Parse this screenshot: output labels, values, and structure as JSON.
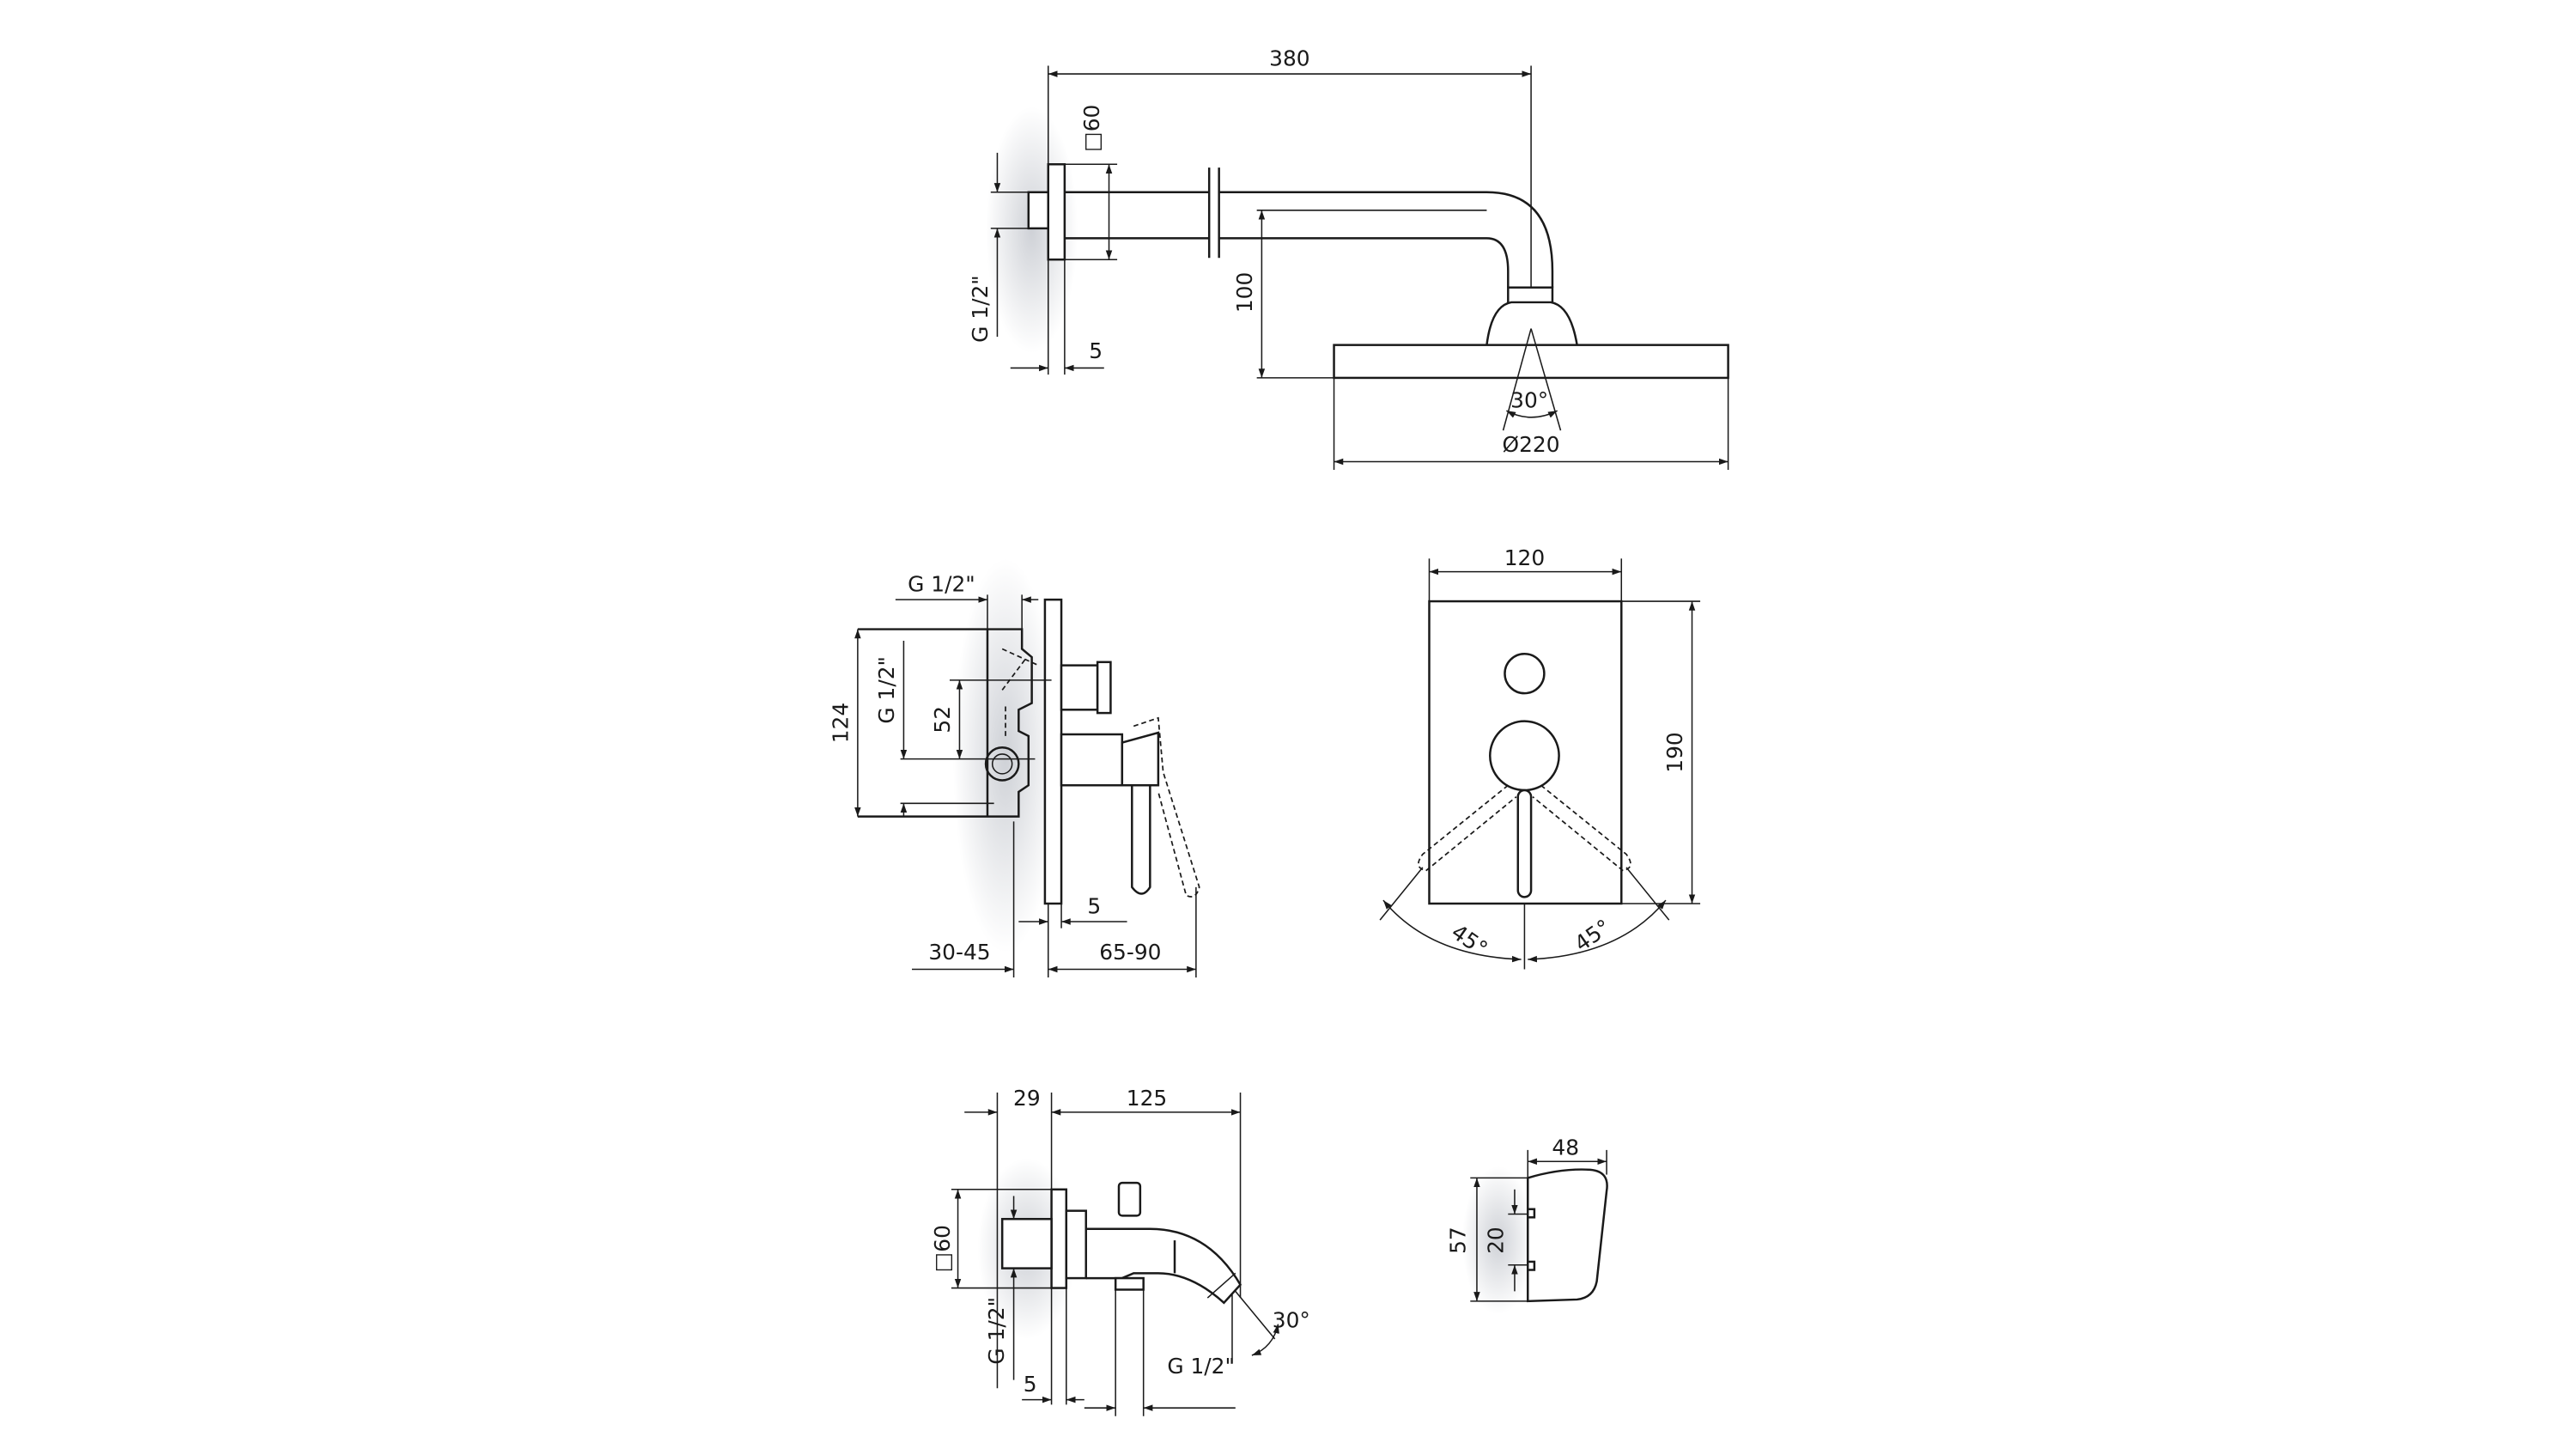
{
  "colors": {
    "line": "#1a1a1a",
    "background": "#ffffff",
    "shadow": "#c9ccd2"
  },
  "shower_arm_view": {
    "length": "380",
    "plate_size": "□60",
    "thread": "G 1/2\"",
    "plate_thickness": "5",
    "height": "100",
    "spray_angle": "30°",
    "head_diameter": "Ø220"
  },
  "mixer_side_view": {
    "thread_top": "G 1/2\"",
    "height": "124",
    "thread_side": "G 1/2\"",
    "offset": "52",
    "plate_thickness": "5",
    "install_depth": "30-45",
    "projection": "65-90"
  },
  "mixer_front_view": {
    "width": "120",
    "height": "190",
    "angle_left": "45°",
    "angle_right": "45°"
  },
  "spout_view": {
    "depth": "29",
    "length": "125",
    "plate_size": "□60",
    "thread_wall": "G 1/2\"",
    "plate_thickness": "5",
    "thread_outlet": "G 1/2\"",
    "outlet_angle": "30°"
  },
  "holder_view": {
    "width": "48",
    "height": "57",
    "hole_spacing": "20"
  }
}
